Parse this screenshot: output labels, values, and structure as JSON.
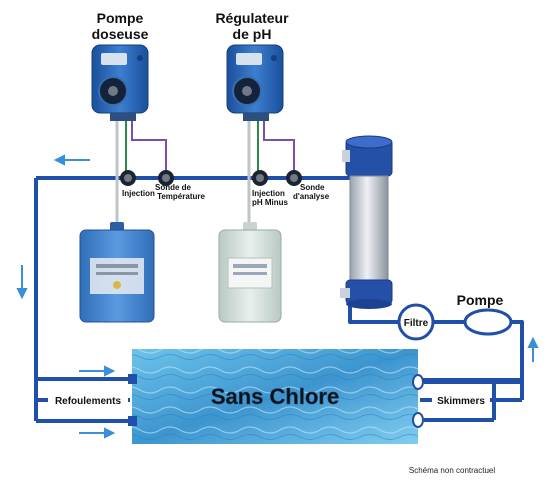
{
  "labels": {
    "pompe_doseuse": [
      "Pompe",
      "doseuse"
    ],
    "regulateur_ph": [
      "Régulateur",
      "de pH"
    ],
    "injection": "Injection",
    "sonde_temperature": [
      "Sonde de",
      "Température"
    ],
    "injection_ph": [
      "Injection",
      "pH Minus"
    ],
    "sonde_analyse": [
      "Sonde",
      "d'analyse"
    ],
    "filtre": "Filtre",
    "pompe": "Pompe",
    "refoulements": "Refoulements",
    "skimmers": "Skimmers",
    "pool": "Sans Chlore",
    "disclaimer": "Schéma non contractuel"
  },
  "colors": {
    "pipe": "#1f4fa8",
    "tube_green": "#2b8a4a",
    "tube_purple": "#7a4fb0",
    "pool_water": "#4aa3d6",
    "arrow": "#3a8fd8"
  },
  "icons": {
    "device": "dosing-pump-device",
    "tank": "chemical-canister",
    "filter": "uv-filter-cylinder",
    "valve": "pipe-fitting"
  }
}
